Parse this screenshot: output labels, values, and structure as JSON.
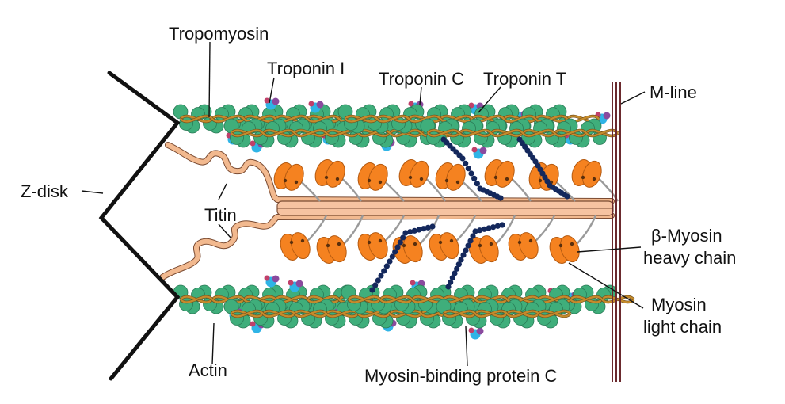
{
  "diagram": {
    "labels": {
      "tropomyosin": "Tropomyosin",
      "troponin_i": "Troponin I",
      "troponin_c": "Troponin C",
      "troponin_t": "Troponin T",
      "m_line": "M-line",
      "z_disk": "Z-disk",
      "titin": "Titin",
      "beta_myosin_line1": "β-Myosin",
      "beta_myosin_line2": "heavy chain",
      "myosin_light_line1": "Myosin",
      "myosin_light_line2": "light chain",
      "actin": "Actin",
      "mybpc": "Myosin-binding protein C"
    },
    "colors": {
      "actin": "#3fae7b",
      "tropomyosin": "#c58b2c",
      "troponin_i": "#2fb4e6",
      "troponin_c": "#8a4a9e",
      "troponin_t": "#c0406a",
      "myosin_head": "#f58220",
      "titin": "#f2b98f",
      "mybpc": "#14285c",
      "m_line": "#6b2a2e",
      "z_disk": "#111111"
    }
  }
}
